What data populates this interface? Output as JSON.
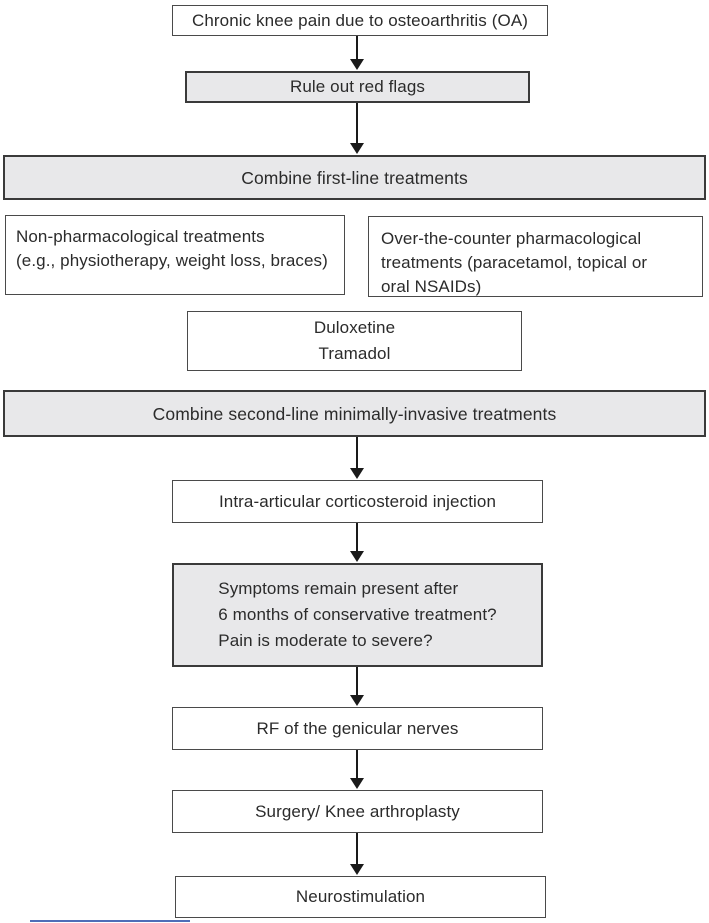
{
  "diagram": {
    "description": "Treatment algorithm flowchart for chronic knee pain due to osteoarthritis"
  },
  "colors": {
    "box_fill_white": "#ffffff",
    "box_fill_gray": "#e8e8ea",
    "box_border": "#3a3a3a",
    "arrow": "#1a1a1a",
    "bottom_line_blue": "#4f6db8"
  },
  "flowchart": {
    "nodes": {
      "start": "Chronic knee pain due to osteoarthritis (OA)",
      "red_flags": "Rule out red flags",
      "first_line": "Combine first-line treatments",
      "non_pharma": "Non-pharmacological treatments\n(e.g., physiotherapy, weight loss, braces)",
      "otc_pharma": "Over-the-counter pharmacological\ntreatments (paracetamol, topical or\noral NSAIDs)",
      "duloxetine_tramadol": "Duloxetine\nTramadol",
      "second_line": "Combine second-line minimally-invasive treatments",
      "ia_injection": "Intra-articular corticosteroid injection",
      "symptoms_question": "Symptoms remain present after\n6 months of conservative treatment?\nPain is moderate to severe?",
      "rf_genicular": "RF of the genicular nerves",
      "surgery": "Surgery/ Knee arthroplasty",
      "neurostimulation": "Neurostimulation"
    }
  }
}
